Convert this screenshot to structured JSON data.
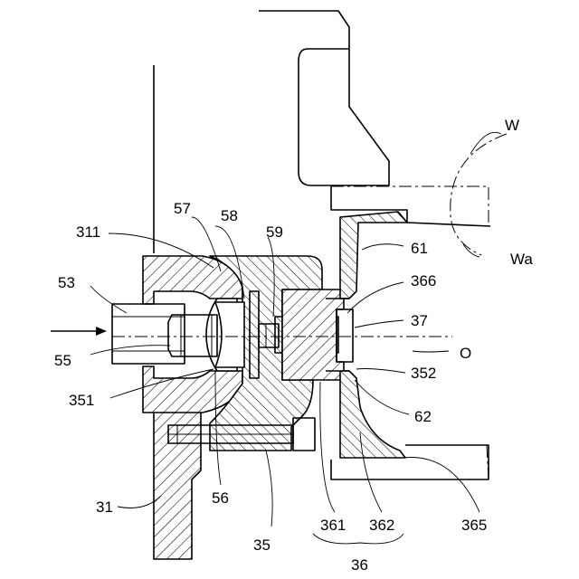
{
  "labels": {
    "W": "W",
    "Wa": "Wa",
    "O": "O",
    "n311": "311",
    "n57": "57",
    "n58": "58",
    "n59": "59",
    "n61": "61",
    "n53": "53",
    "n366": "366",
    "n37": "37",
    "n55": "55",
    "n352": "352",
    "n351": "351",
    "n62": "62",
    "n31": "31",
    "n56": "56",
    "n35": "35",
    "n361": "361",
    "n362": "362",
    "n365": "365",
    "n36": "36"
  }
}
